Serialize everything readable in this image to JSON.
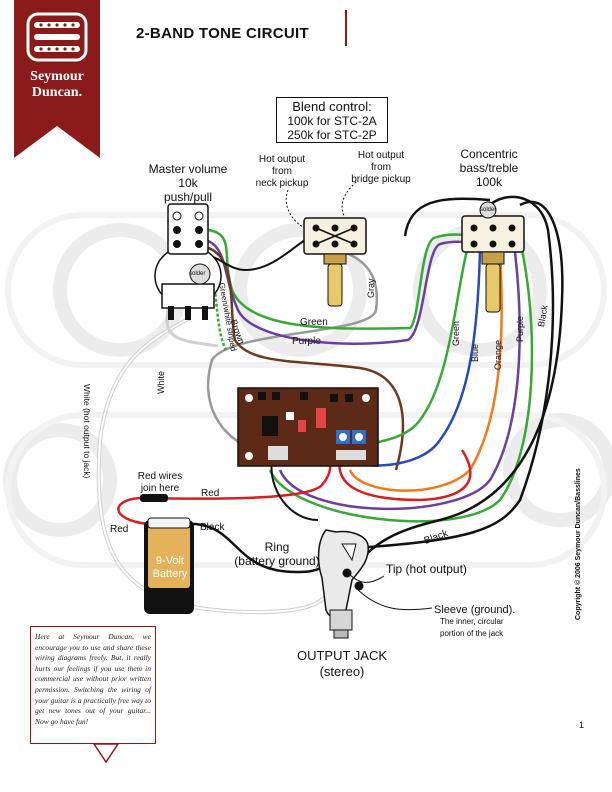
{
  "title": "2-BAND TONE CIRCUIT",
  "logo": {
    "line1": "Seymour",
    "line2": "Duncan."
  },
  "blend": {
    "title": "Blend control:",
    "line1": "100k for STC-2A",
    "line2": "250k for STC-2P"
  },
  "master_volume": {
    "line1": "Master volume",
    "line2": "10k",
    "line3": "push/pull"
  },
  "concentric": {
    "line1": "Concentric",
    "line2": "bass/treble",
    "line3": "100k"
  },
  "hot_neck": {
    "line1": "Hot output",
    "line2": "from",
    "line3": "neck pickup"
  },
  "hot_bridge": {
    "line1": "Hot output",
    "line2": "from",
    "line3": "bridge pickup"
  },
  "solder": "solder",
  "wires": {
    "green": "Green",
    "purple": "Purple",
    "gray": "Gray",
    "brown": "Brown",
    "green_white": "Green/white striped",
    "white": "White",
    "white_hot": "White (hot output to jack)",
    "blue": "Blue",
    "orange": "Orange",
    "black": "Black",
    "red": "Red"
  },
  "red_join": {
    "line1": "Red wires",
    "line2": "join here"
  },
  "battery": {
    "line1": "9-Volt",
    "line2": "Battery"
  },
  "ring": {
    "line1": "Ring",
    "line2": "(battery ground)"
  },
  "tip": "Tip (hot output)",
  "sleeve": {
    "line1": "Sleeve (ground).",
    "line2": "The inner, circular",
    "line3": "portion of the jack"
  },
  "output_jack": {
    "line1": "OUTPUT JACK",
    "line2": "(stereo)"
  },
  "note": "Here at Seymour Duncan, we encourage you to use and share these wiring diagrams freely. But, it really hurts our feelings if you use them in commercial use without prior written permission. Switching the wiring of your guitar is a practically free way to get new tones out of your guitar... Now go have fun!",
  "copyright": "Copyright © 2006 Seymour Duncan/Basslines",
  "page_number": "1",
  "colors": {
    "brand_red": "#8b1a1a",
    "wire_green": "#3aa838",
    "wire_purple": "#6a3fa0",
    "wire_brown": "#6b3a1f",
    "wire_gray": "#9a9a9a",
    "wire_blue": "#2a49b8",
    "wire_orange": "#f07a1a",
    "wire_red": "#d81e1e",
    "wire_black": "#111111",
    "board_brown": "#5e2a18"
  }
}
